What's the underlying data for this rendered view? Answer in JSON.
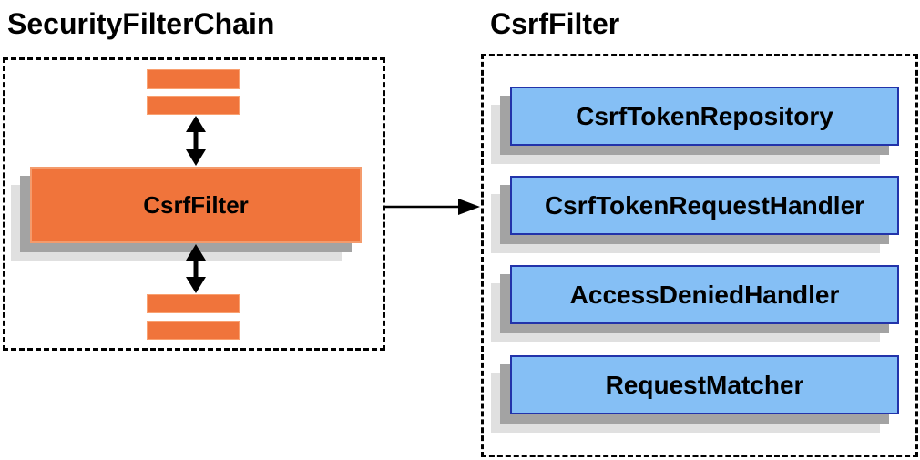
{
  "diagram": {
    "left": {
      "title": "SecurityFilterChain",
      "node": "CsrfFilter",
      "placeholder_bars": 4
    },
    "right": {
      "title": "CsrfFilter",
      "components": [
        {
          "label": "CsrfTokenRepository"
        },
        {
          "label": "CsrfTokenRequestHandler"
        },
        {
          "label": "AccessDeniedHandler"
        },
        {
          "label": "RequestMatcher"
        }
      ]
    },
    "colors": {
      "orange_fill": "#F0743B",
      "orange_border": "#F9A171",
      "blue_fill": "#85BFF5",
      "blue_border": "#2233AA",
      "shadow_dark": "#A3A3A3",
      "shadow_light": "#E0E0E0",
      "arrow": "#000000",
      "text": "#000000",
      "background": "#FFFFFF"
    }
  }
}
